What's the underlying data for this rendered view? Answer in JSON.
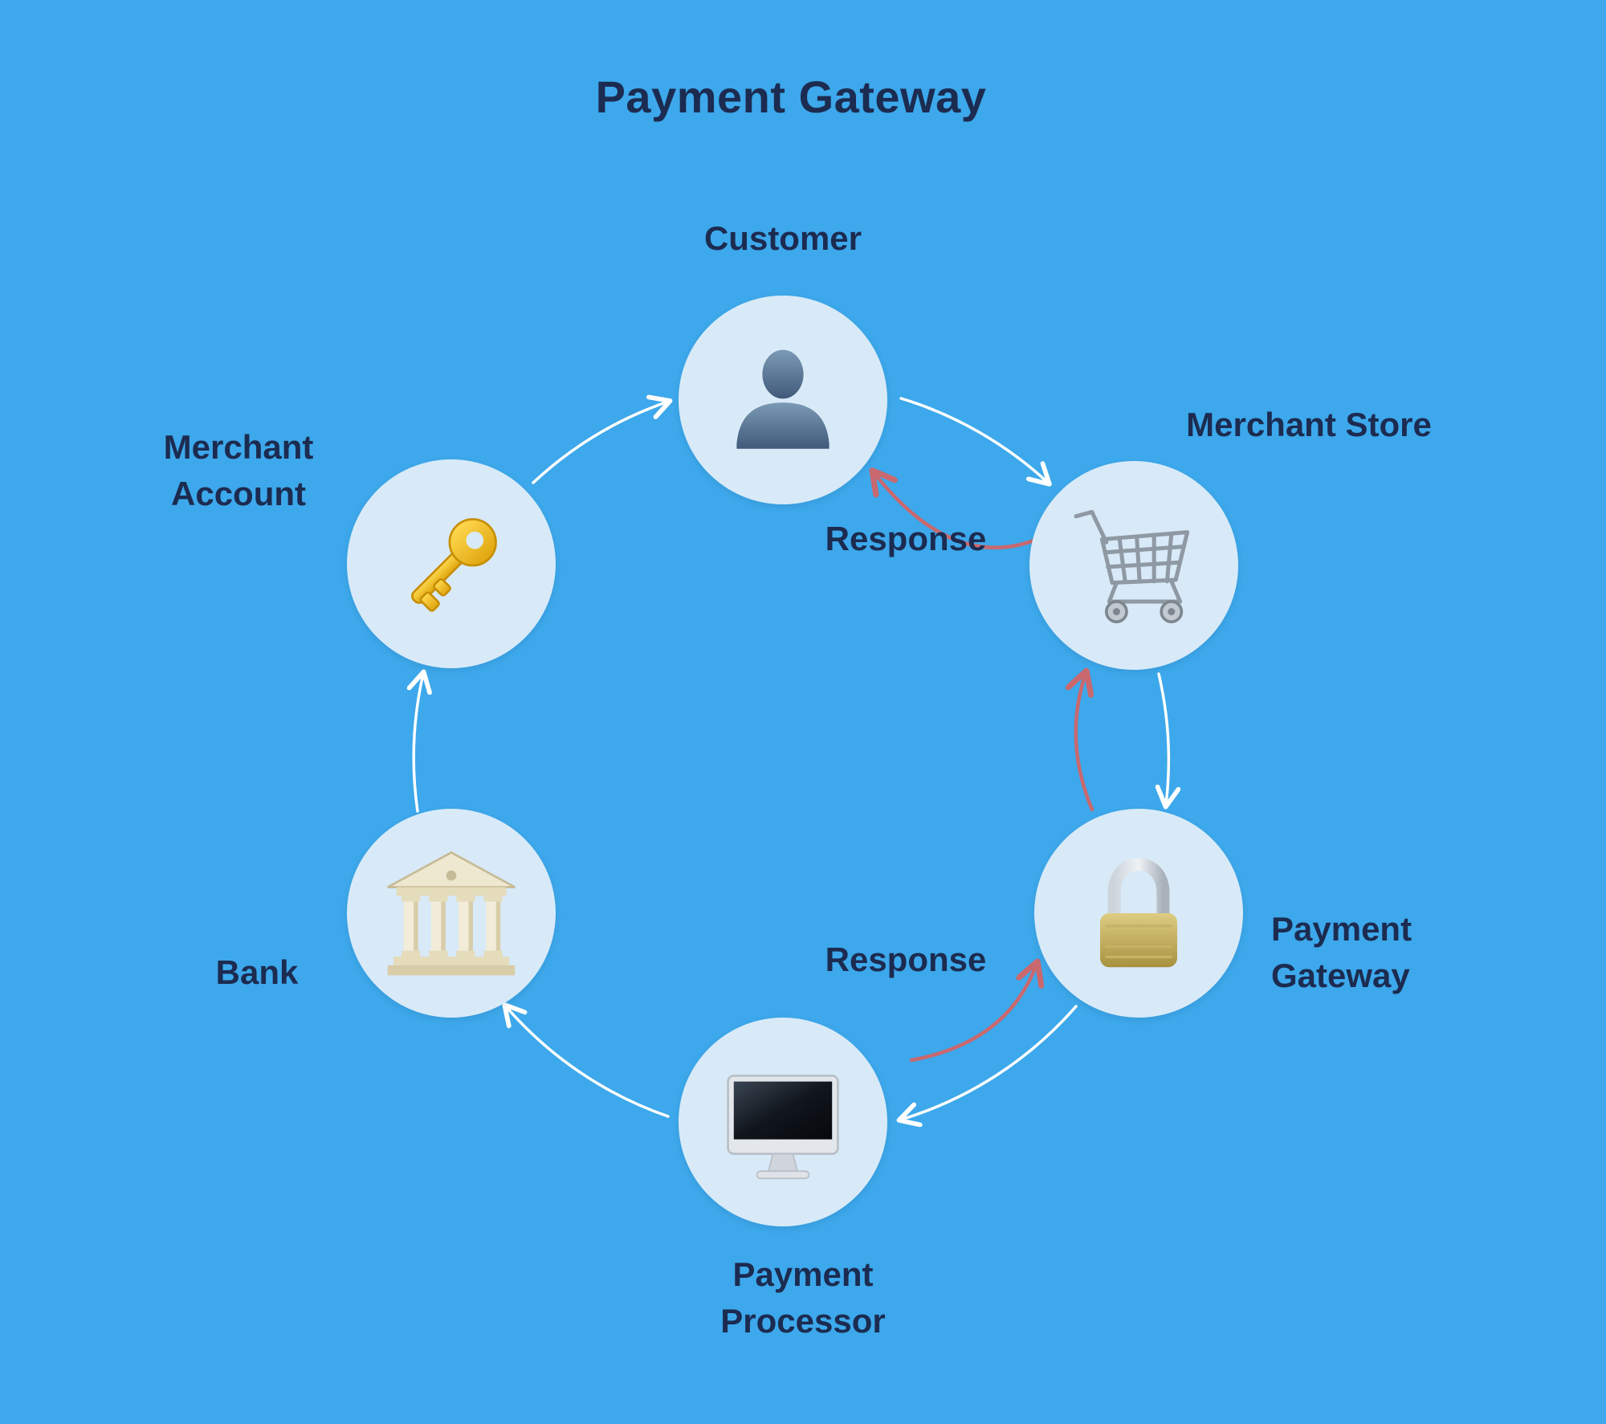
{
  "title": "Payment Gateway",
  "colors": {
    "background": "#3DA8EB",
    "node_fill": "#D8EAF8",
    "text": "#1C2B50",
    "flow_arrow": "#FFFFFF",
    "response_arrow": "#C9686E"
  },
  "nodes": [
    {
      "id": "customer",
      "label": "Customer",
      "icon": "person-icon"
    },
    {
      "id": "merchant-store",
      "label": "Merchant Store",
      "icon": "shopping-cart-icon"
    },
    {
      "id": "payment-gateway",
      "label": "Payment Gateway",
      "icon": "padlock-icon"
    },
    {
      "id": "payment-processor",
      "label": "Payment Processor",
      "icon": "desktop-computer-icon"
    },
    {
      "id": "bank",
      "label": "Bank",
      "icon": "bank-building-icon"
    },
    {
      "id": "merchant-account",
      "label": "Merchant Account",
      "icon": "key-icon"
    }
  ],
  "flow_edges": [
    {
      "from": "Customer",
      "to": "Merchant Store"
    },
    {
      "from": "Merchant Store",
      "to": "Payment Gateway"
    },
    {
      "from": "Payment Gateway",
      "to": "Payment Processor"
    },
    {
      "from": "Payment Processor",
      "to": "Bank"
    },
    {
      "from": "Bank",
      "to": "Merchant Account"
    },
    {
      "from": "Merchant Account",
      "to": "Customer"
    }
  ],
  "response_edges": [
    {
      "from": "Merchant Store",
      "to": "Customer",
      "label": "Response"
    },
    {
      "from": "Payment Gateway",
      "to": "Merchant Store",
      "label": ""
    },
    {
      "from": "Payment Processor",
      "to": "Payment Gateway",
      "label": "Response"
    }
  ]
}
